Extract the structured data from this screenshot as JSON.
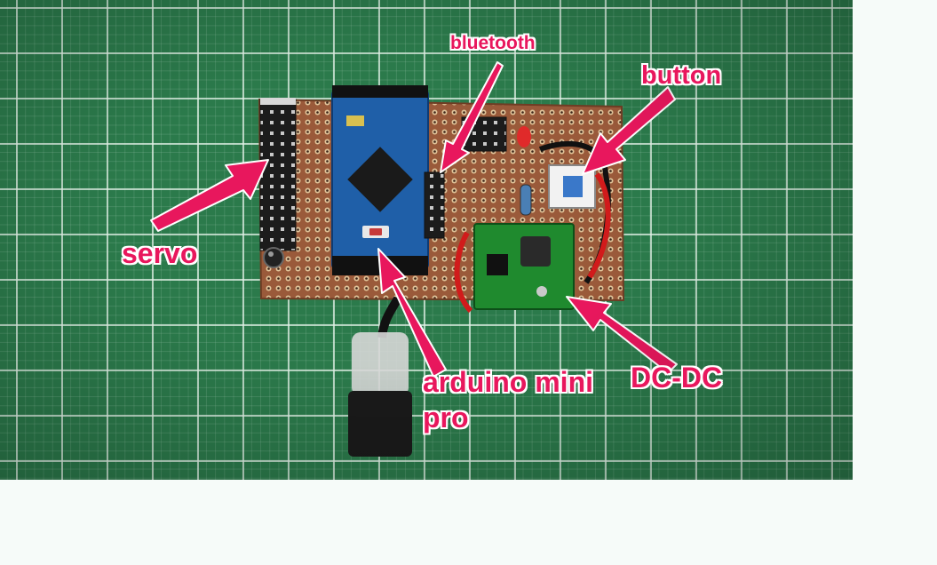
{
  "image": {
    "subject": "photo-of-circuit-board",
    "grid_color": "#2b7a4b",
    "annotation_color": "#e8175d"
  },
  "annotations": {
    "bluetooth": "bluetooth",
    "button": "button",
    "servo": "servo",
    "arduino_line1": "arduino mini",
    "arduino_line2": "pro",
    "dcdc": "DC-DC"
  }
}
